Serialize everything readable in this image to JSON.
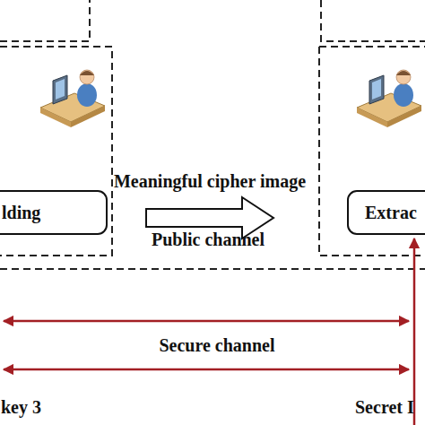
{
  "diagram": {
    "nodes": [
      {
        "text": [
          "lding"
        ]
      },
      {
        "text": [
          "Extrac"
        ]
      }
    ],
    "edges": [
      {
        "from": 0,
        "to": 1,
        "arrow": "to",
        "label": "Meaningful cipher image"
      }
    ],
    "labels": [
      "Public channel",
      "Secure channel",
      "key 3",
      "Secret I"
    ]
  }
}
